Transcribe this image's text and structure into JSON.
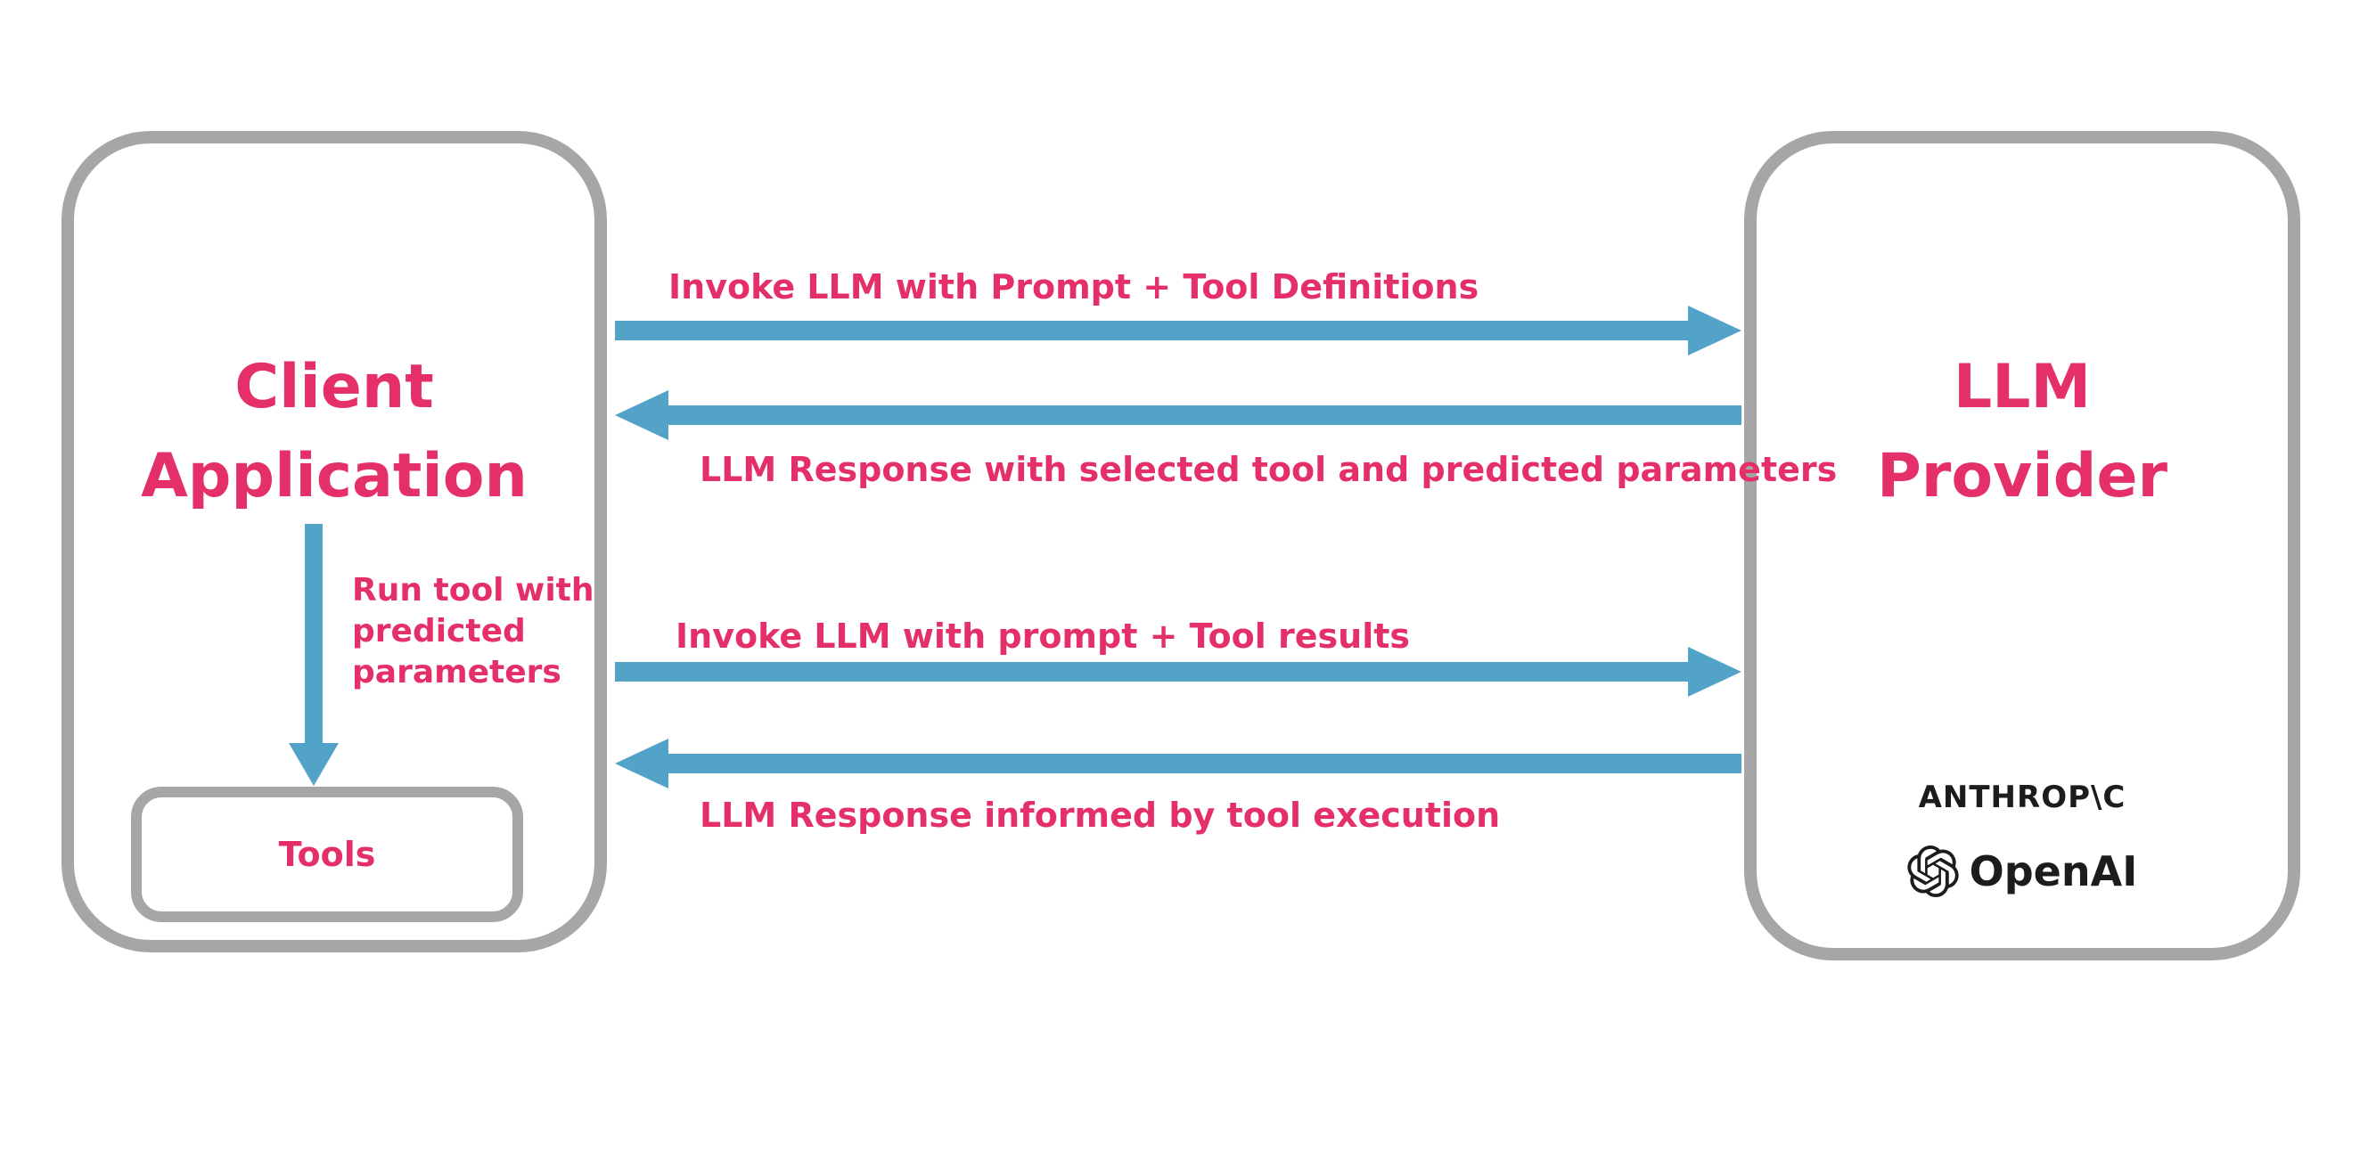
{
  "colors": {
    "accent_pink": "#e42f68",
    "arrow_blue": "#53a3c8",
    "border_gray": "#a6a6a6",
    "logo_ink": "#1c1c1c"
  },
  "client": {
    "title_lines": [
      "Client",
      "Application"
    ],
    "run_tool_lines": [
      "Run tool with",
      "predicted",
      "parameters"
    ],
    "tools_label": "Tools"
  },
  "provider": {
    "title_lines": [
      "LLM",
      "Provider"
    ],
    "anthropic_label": "ANTHROP\\C",
    "openai_label": "OpenAI"
  },
  "flows": [
    {
      "label": "Invoke LLM with Prompt + Tool Definitions",
      "direction": "right"
    },
    {
      "label": "LLM Response with selected tool and predicted parameters",
      "direction": "left"
    },
    {
      "label": "Invoke LLM with prompt + Tool results",
      "direction": "right"
    },
    {
      "label": "LLM Response informed by tool execution",
      "direction": "left"
    }
  ]
}
